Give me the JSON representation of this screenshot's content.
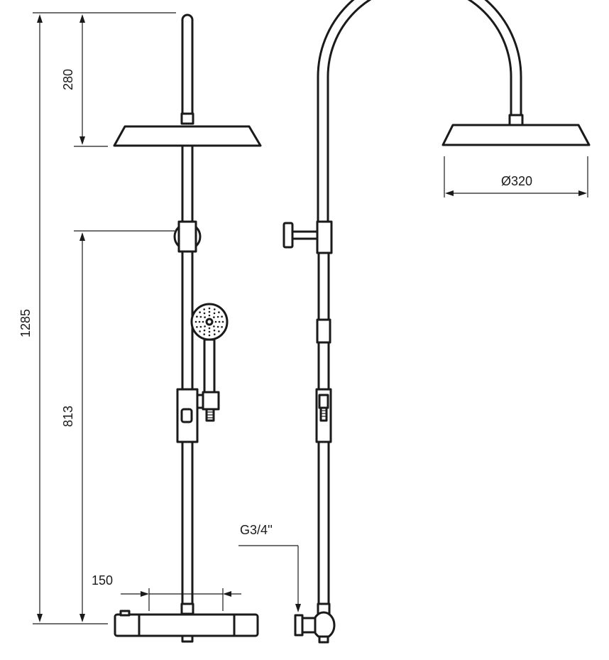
{
  "dimensions": {
    "overall_height": "1285",
    "head_to_top": "280",
    "slider_height": "813",
    "inlet_spacing": "150",
    "head_diameter": "Ø320",
    "inlet_thread": "G3/4''"
  }
}
